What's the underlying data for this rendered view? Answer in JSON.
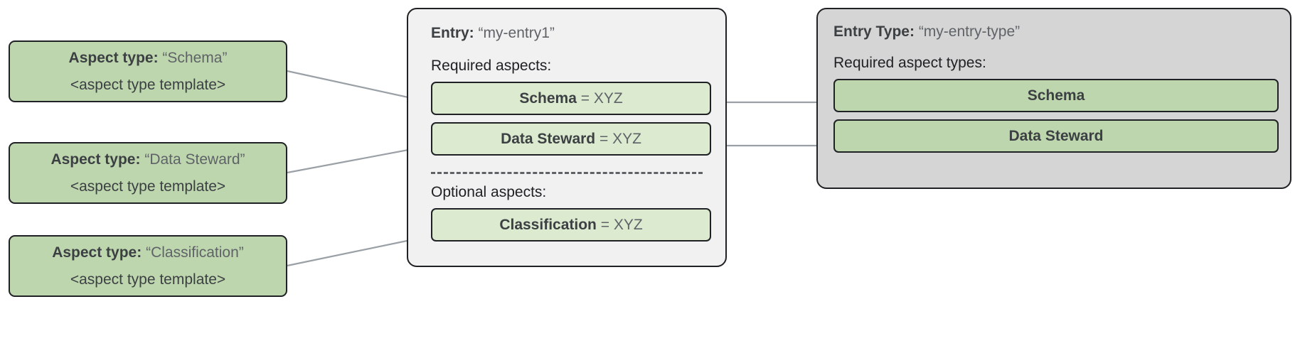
{
  "aspect_types": [
    {
      "key": "Aspect type:",
      "value": "“Schema”",
      "template": "<aspect type template>"
    },
    {
      "key": "Aspect type:",
      "value": "“Data Steward”",
      "template": "<aspect type template>"
    },
    {
      "key": "Aspect type:",
      "value": "“Classification”",
      "template": "<aspect type template>"
    }
  ],
  "entry": {
    "key": "Entry:",
    "value": "“my-entry1”",
    "required_label": "Required aspects:",
    "optional_label": "Optional aspects:",
    "required_aspects": [
      {
        "name": "Schema",
        "assignment": "= XYZ"
      },
      {
        "name": "Data Steward",
        "assignment": "= XYZ"
      }
    ],
    "optional_aspects": [
      {
        "name": "Classification",
        "assignment": "= XYZ"
      }
    ]
  },
  "entry_type": {
    "key": "Entry Type:",
    "value": "“my-entry-type”",
    "required_label": "Required aspect types:",
    "required_aspect_types": [
      {
        "name": "Schema"
      },
      {
        "name": "Data Steward"
      }
    ]
  },
  "colors": {
    "aspect_type_green": "#bdd6ae",
    "aspect_chip_green": "#dcead0",
    "entry_panel_gray": "#f1f1f1",
    "entry_type_panel_gray": "#d5d5d5",
    "border_dark": "#202124",
    "connector_gray": "#9aa0a6",
    "background": "#ffffff"
  }
}
